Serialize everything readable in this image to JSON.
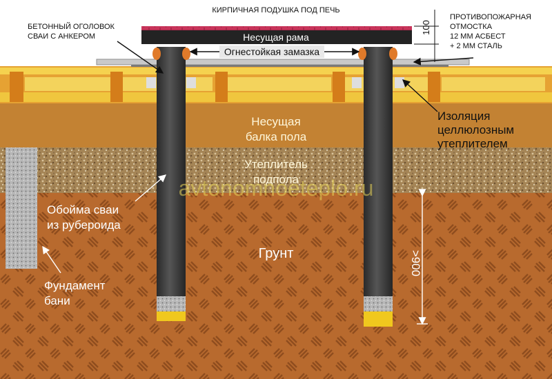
{
  "labels": {
    "brick_cushion": "КИРПИЧНАЯ ПОДУШКА ПОД ПЕЧЬ",
    "pile_head_line1": "БЕТОННЫЙ ОГОЛОВОК",
    "pile_head_line2": "СВАИ С АНКЕРОМ",
    "fire_line1": "ПРОТИВОПОЖАРНАЯ",
    "fire_line2": "ОТМОСТКА",
    "fire_line3": "12 ММ АСБЕСТ",
    "fire_line4": "+ 2 ММ СТАЛЬ",
    "dimension_top": "100",
    "frame": "Несущая рама",
    "putty": "Огнестойкая замазка",
    "beam_line1": "Несущая",
    "beam_line2": "балка пола",
    "insulation_line1": "Изоляция",
    "insulation_line2": "целлюлозным",
    "insulation_line3": "утеплителем",
    "underfloor_line1": "Утеплитель",
    "underfloor_line2": "подпола",
    "watermark": "avtonomnoeteplo.ru",
    "sleeve_line1": "Обойма сваи",
    "sleeve_line2": "из рубероида",
    "soil": "Грунт",
    "depth": ">900",
    "foundation_line1": "Фундамент",
    "foundation_line2": "бани"
  },
  "colors": {
    "soil": "#b86a2e",
    "soil_pattern": "#8f4d1e",
    "gravel": "#9a7a52",
    "beam_band": "#c98a3a",
    "floor_board": "#f2cf4a",
    "joist": "#d98a1e",
    "pile": "#3a3a3a",
    "frame": "#232323",
    "brick": "#c8345a",
    "concrete": "#bcbcbc",
    "sand": "#f0c81e"
  }
}
